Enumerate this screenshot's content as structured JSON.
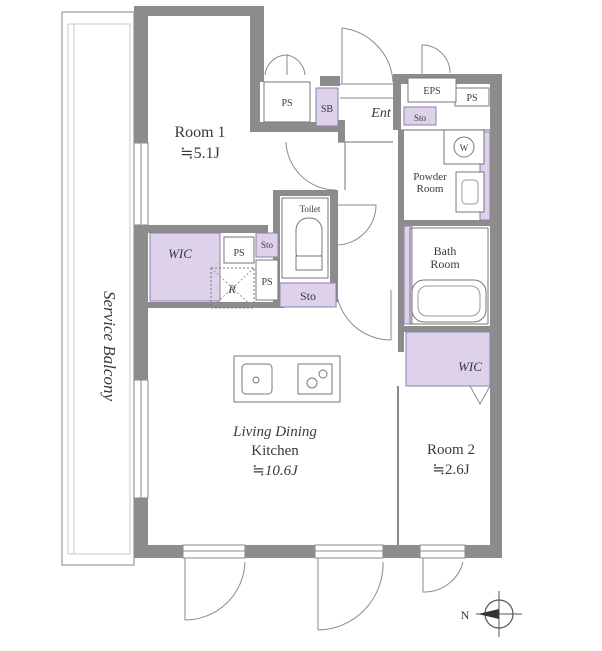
{
  "rooms": {
    "room1_name": "Room 1",
    "room1_size": "≒5.1J",
    "room2_name": "Room 2",
    "room2_size": "≒2.6J",
    "ldk_line1": "Living Dining",
    "ldk_line2": "Kitchen",
    "ldk_size": "≒10.6J",
    "bath_line1": "Bath",
    "bath_line2": "Room",
    "powder_line1": "Powder",
    "powder_line2": "Room",
    "toilet": "Toilet",
    "entrance": "Ent",
    "balcony": "Service Balcony"
  },
  "storage": {
    "wic": "WIC",
    "ps": "PS",
    "eps": "EPS",
    "sto": "Sto",
    "sb": "SB",
    "r": "R",
    "w": "W"
  },
  "compass": {
    "north": "N"
  },
  "colors": {
    "wall": "#8c8c8c",
    "storage_fill": "#ddd2ea",
    "storage_stroke": "#8f7fab"
  }
}
